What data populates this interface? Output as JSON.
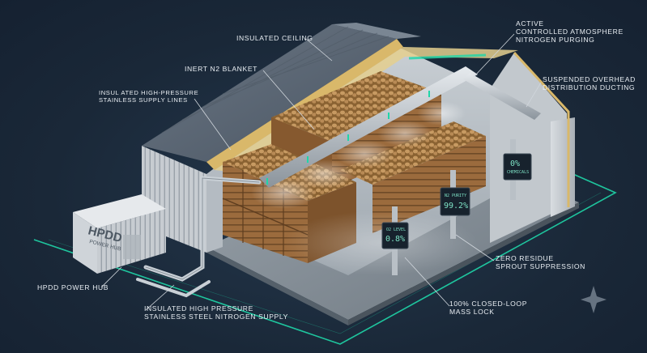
{
  "labels": {
    "insulated_ceiling": "INSULATED CEILING",
    "inert_blanket": "INERT N2 BLANKET",
    "supply_lines_1": "INSUL ATED HIGH-PRESSURE",
    "supply_lines_2": "STAINLESS SUPPLY LINES",
    "purging_1": "ACTIVE",
    "purging_2": "CONTROLLED ATMOSPHERE",
    "purging_3": "NITROGEN PURGING",
    "ducting_1": "SUSPENDED OVERHEAD",
    "ducting_2": "DISTRIBUTION DUCTING",
    "hub_label": "HPDD POWER HUB",
    "nitrogen_supply_1": "INSULATED HIGH PRESSURE",
    "nitrogen_supply_2": "STAINLESS STEEL NITROGEN SUPPLY",
    "residue_1": "ZERO RESIDUE",
    "residue_2": "SPROUT SUPPRESSION",
    "mass_lock_1": "100% CLOSED-LOOP",
    "mass_lock_2": "MASS LOCK"
  },
  "container": {
    "title": "HPDD",
    "subtitle": "POWER HUB"
  },
  "monitors": [
    {
      "label": "O2 LEVEL",
      "value": "0.8%"
    },
    {
      "label": "N2 PURITY",
      "value": "99.2%"
    },
    {
      "label": "CHEMICALS",
      "value": "0%"
    }
  ],
  "colors": {
    "background": "#1b2a3b",
    "accent_teal": "#1fd6a8",
    "label_text": "#e9eef3",
    "roof": "#5a6674",
    "wall": "#c8cdd2",
    "crate": "#9b6b3d",
    "potato": "#b88a55"
  }
}
